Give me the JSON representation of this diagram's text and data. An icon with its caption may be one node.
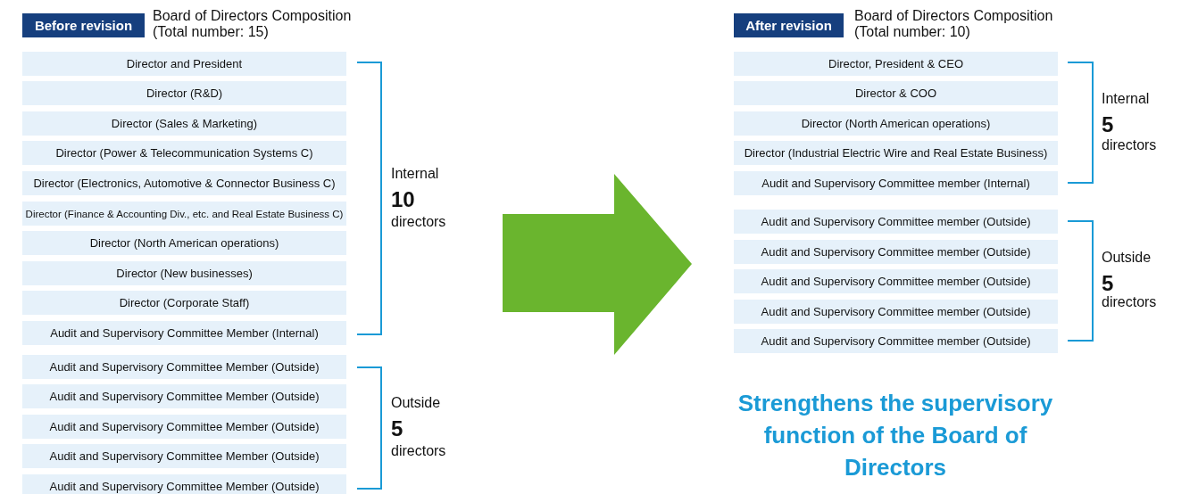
{
  "diagram": {
    "nodes": [
      {
        "text": [
          "Before revision"
        ],
        "beside": [
          "Board of Directors Composition (Total number: 15)"
        ]
      },
      {
        "text": [
          "Director and President"
        ]
      },
      {
        "text": [
          "Director (R&D)"
        ]
      },
      {
        "text": [
          "Director (Sales & Marketing)"
        ]
      },
      {
        "text": [
          "Director (Power & Telecommunication Systems C)"
        ]
      },
      {
        "text": [
          "Director (Electronics, Automotive & Connector Business C)"
        ]
      },
      {
        "text": [
          "Director (Finance & Accounting Div., etc. and Real Estate Business C)"
        ]
      },
      {
        "text": [
          "Director (North American operations)"
        ]
      },
      {
        "text": [
          "Director (New businesses)"
        ]
      },
      {
        "text": [
          "Director (Corporate Staff)"
        ]
      },
      {
        "text": [
          "Audit and Supervisory Committee Member (Internal)"
        ]
      },
      {
        "text": [
          "Audit and Supervisory Committee Member (Outside)"
        ]
      },
      {
        "text": [
          "Audit and Supervisory Committee Member (Outside)"
        ]
      },
      {
        "text": [
          "Audit and Supervisory Committee Member (Outside)"
        ]
      },
      {
        "text": [
          "Audit and Supervisory Committee Member (Outside)"
        ]
      },
      {
        "text": [
          "Audit and Supervisory Committee Member (Outside)"
        ]
      },
      {
        "text": [
          "After revision"
        ],
        "beside": [
          "Board of Directors Composition (Total number: 10)"
        ]
      },
      {
        "text": [
          "Director, President & CEO"
        ]
      },
      {
        "text": [
          "Director & COO"
        ]
      },
      {
        "text": [
          "Director (North American operations)"
        ]
      },
      {
        "text": [
          "Director (Industrial Electric Wire and Real Estate Business)"
        ]
      },
      {
        "text": [
          "Audit and Supervisory Committee member (Internal)"
        ]
      },
      {
        "text": [
          "Audit and Supervisory Committee member (Outside)"
        ]
      },
      {
        "text": [
          "Audit and Supervisory Committee member (Outside)"
        ]
      },
      {
        "text": [
          "Audit and Supervisory Committee member (Outside)"
        ]
      },
      {
        "text": [
          "Audit and Supervisory Committee member (Outside)"
        ]
      },
      {
        "text": [
          "Audit and Supervisory Committee member (Outside)"
        ]
      }
    ],
    "labels": [
      "Internal",
      "10",
      "directors",
      "Outside",
      "5",
      "directors",
      "Internal",
      "5",
      "directors",
      "Outside",
      "5",
      "directors",
      "Strengthens the supervisory function of the Board of Directors"
    ]
  }
}
